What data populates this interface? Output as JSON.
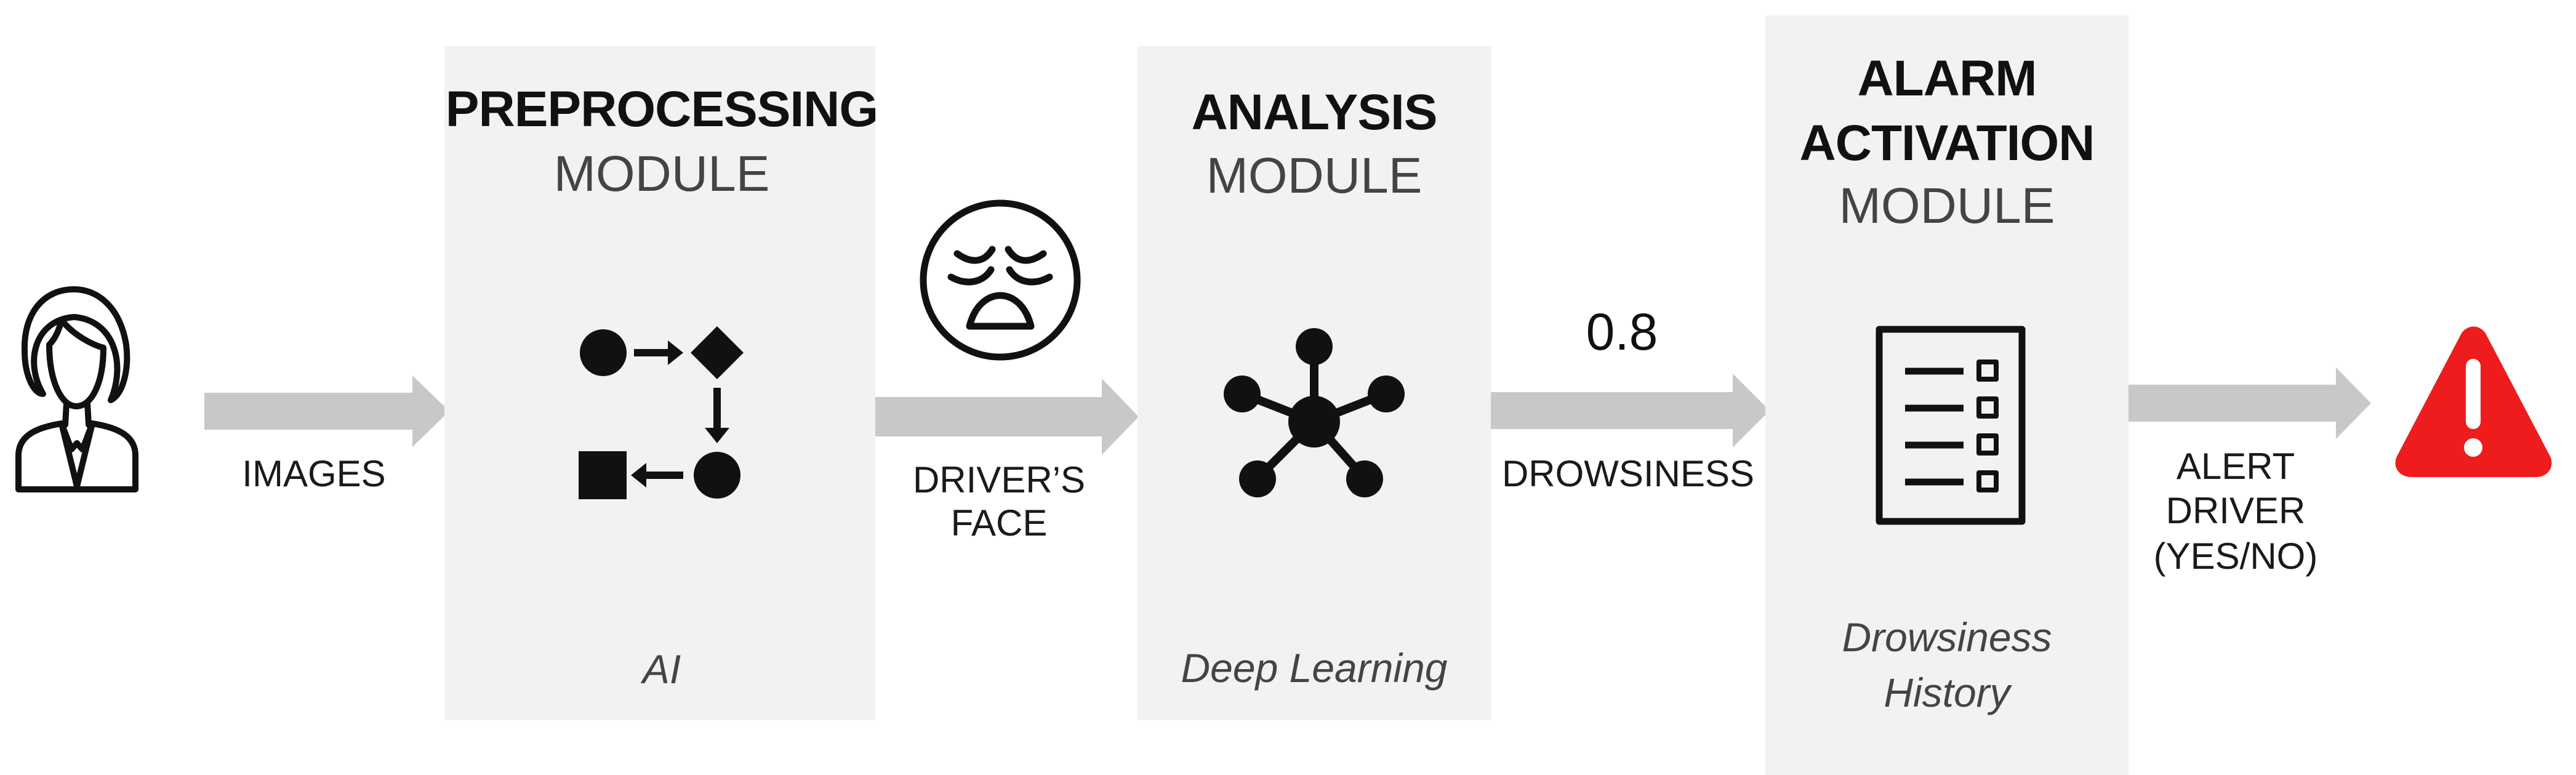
{
  "diagram": {
    "colors": {
      "module_fill": "#f2f2f2",
      "arrow": "#c8c8c8",
      "warning_red": "#ee1c1c",
      "ink": "#111111"
    },
    "inputs": {
      "person_icon": "person-icon",
      "images_label": "IMAGES"
    },
    "preprocessing": {
      "title_bold": "PREPROCESSING",
      "title_light": "MODULE",
      "icon": "process-flow-icon",
      "tech": "AI"
    },
    "face_link": {
      "icon": "tired-face-icon",
      "label_line1": "DRIVER’S",
      "label_line2": "FACE"
    },
    "analysis": {
      "title_bold": "ANALYSIS",
      "title_light": "MODULE",
      "icon": "network-icon",
      "tech": "Deep Learning"
    },
    "drowsiness_link": {
      "value": "0.8",
      "label": "DROWSINESS"
    },
    "alarm": {
      "title_bold_line1": "ALARM",
      "title_bold_line2": "ACTIVATION",
      "title_light": "MODULE",
      "icon": "checklist-icon",
      "tech_line1": "Drowsiness",
      "tech_line2": "History"
    },
    "alert_link": {
      "label_line1": "ALERT",
      "label_line2": "DRIVER",
      "label_line3": "(YES/NO)",
      "icon": "warning-icon"
    }
  }
}
